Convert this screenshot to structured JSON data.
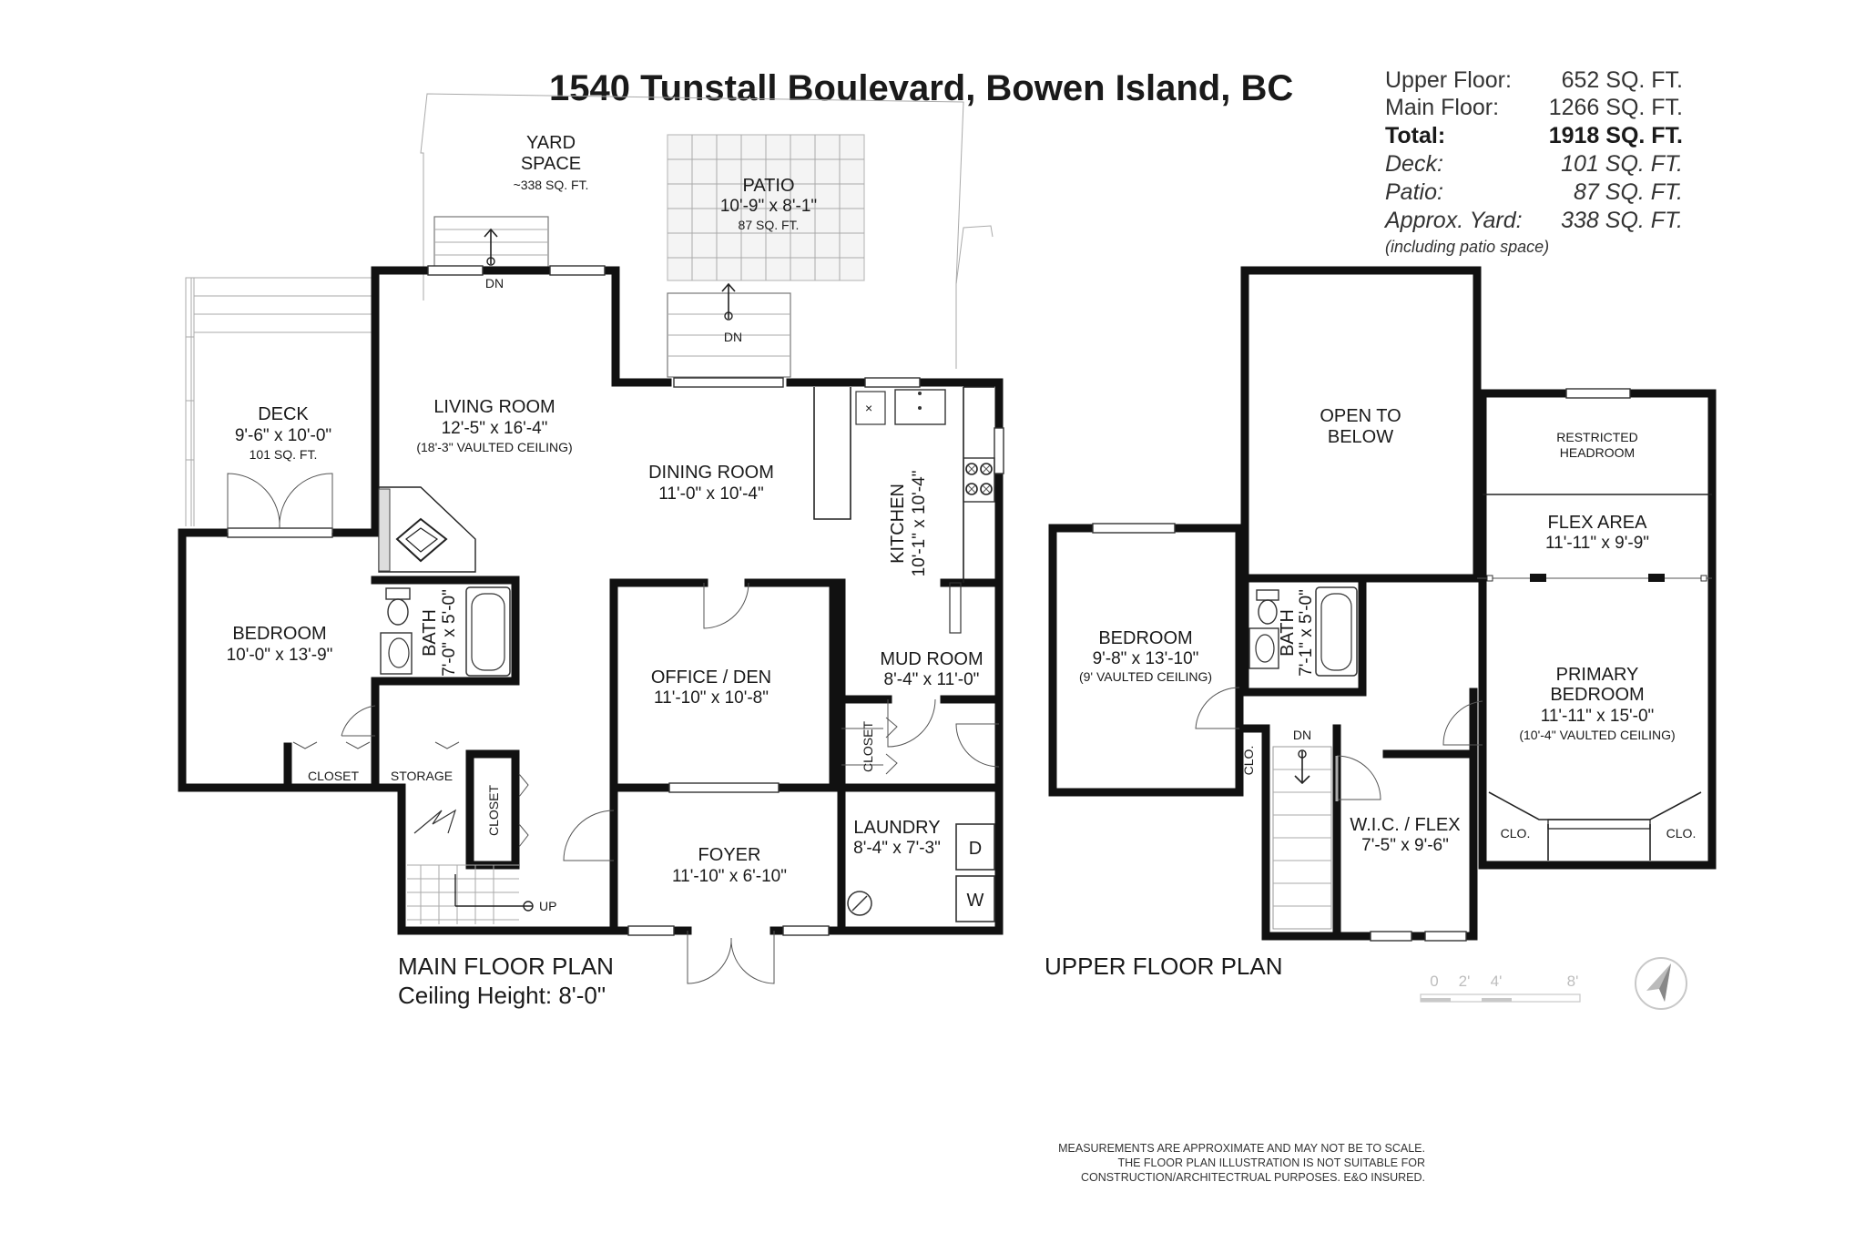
{
  "header": {
    "address": "1540 Tunstall Boulevard, Bowen Island, BC"
  },
  "areas": {
    "rows": [
      {
        "label": "Upper Floor:",
        "value": "652 SQ. FT.",
        "style": "normal"
      },
      {
        "label": "Main Floor:",
        "value": "1266 SQ. FT.",
        "style": "normal"
      },
      {
        "label": "Total:",
        "value": "1918 SQ. FT.",
        "style": "bold"
      },
      {
        "label": "Deck:",
        "value": "101 SQ. FT.",
        "style": "italic"
      },
      {
        "label": "Patio:",
        "value": "87 SQ. FT.",
        "style": "italic"
      },
      {
        "label": "Approx. Yard:",
        "value": "338 SQ. FT.",
        "style": "italic"
      }
    ],
    "note": "(including patio space)"
  },
  "main_floor": {
    "label": "MAIN FLOOR PLAN",
    "ceiling": "Ceiling Height: 8'-0\"",
    "yard": {
      "name_line1": "YARD",
      "name_line2": "SPACE",
      "area": "~338 SQ. FT."
    },
    "patio": {
      "name": "PATIO",
      "dims": "10'-9\" x 8'-1\"",
      "area": "87 SQ. FT."
    },
    "deck": {
      "name": "DECK",
      "dims": "9'-6\" x 10'-0\"",
      "area": "101 SQ. FT."
    },
    "living_room": {
      "name": "LIVING ROOM",
      "dims": "12'-5\" x 16'-4\"",
      "note": "(18'-3\" VAULTED CEILING)"
    },
    "dining_room": {
      "name": "DINING ROOM",
      "dims": "11'-0\" x 10'-4\""
    },
    "kitchen": {
      "name": "KITCHEN",
      "dims": "10'-1\" x 10'-4\""
    },
    "bedroom": {
      "name": "BEDROOM",
      "dims": "10'-0\" x 13'-9\""
    },
    "bath": {
      "name": "BATH",
      "dims": "7'-0\" x 5'-0\""
    },
    "office": {
      "name": "OFFICE / DEN",
      "dims": "11'-10\" x 10'-8\""
    },
    "mud_room": {
      "name": "MUD ROOM",
      "dims": "8'-4\" x 11'-0\""
    },
    "closet1": "CLOSET",
    "storage": "STORAGE",
    "closet2": "CLOSET",
    "closet3": "CLOSET",
    "foyer": {
      "name": "FOYER",
      "dims": "11'-10\" x 6'-10\""
    },
    "laundry": {
      "name": "LAUNDRY",
      "dims": "8'-4\" x 7'-3\""
    },
    "dryer": "D",
    "washer": "W",
    "dn1": "DN",
    "dn2": "DN",
    "up": "UP"
  },
  "upper_floor": {
    "label": "UPPER FLOOR PLAN",
    "open_below": {
      "line1": "OPEN TO",
      "line2": "BELOW"
    },
    "restricted": {
      "line1": "RESTRICTED",
      "line2": "HEADROOM"
    },
    "flex": {
      "name": "FLEX AREA",
      "dims": "11'-11\" x 9'-9\""
    },
    "bedroom": {
      "name": "BEDROOM",
      "dims": "9'-8\" x 13'-10\"",
      "note": "(9' VAULTED CEILING)"
    },
    "bath": {
      "name": "BATH",
      "dims": "7'-1\" x 5'-0\""
    },
    "primary": {
      "name_line1": "PRIMARY",
      "name_line2": "BEDROOM",
      "dims": "11'-11\" x 15'-0\"",
      "note": "(10'-4\" VAULTED CEILING)"
    },
    "wic": {
      "name": "W.I.C. / FLEX",
      "dims": "7'-5\" x 9'-6\""
    },
    "clo1": "CLO.",
    "clo2": "CLO.",
    "clo3": "CLO.",
    "dn": "DN"
  },
  "scale_bar": {
    "ticks": [
      "0",
      "2'",
      "4'",
      "8'"
    ]
  },
  "disclaimer": {
    "line1": "MEASUREMENTS ARE APPROXIMATE AND MAY NOT BE TO SCALE.",
    "line2": "THE FLOOR PLAN ILLUSTRATION IS NOT SUITABLE FOR",
    "line3": "CONSTRUCTION/ARCHITECTRUAL PURPOSES. E&O INSURED."
  },
  "icons": [
    "compass-icon",
    "toilet-icon",
    "bathtub-icon",
    "sink-icon",
    "fireplace-icon",
    "stove-icon",
    "door-swing-icon",
    "stairs-icon"
  ]
}
